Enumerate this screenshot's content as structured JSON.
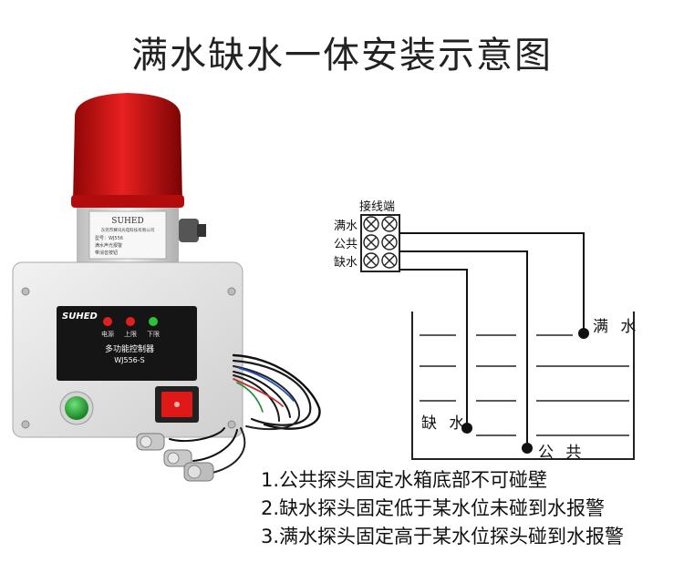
{
  "title": "满水缺水一体安装示意图",
  "device": {
    "beacon_brand": "SUHED",
    "beacon_company": "东莞市赛讯光电科技有限公司",
    "beacon_model": "型号：WJ556",
    "beacon_desc": "满水声光报警",
    "beacon_note": "带消音按钮",
    "panel_brand": "SUHED",
    "indicator_labels": [
      "电源",
      "上限",
      "下限"
    ],
    "controller_name": "多功能控制器",
    "controller_model": "WJ556-S",
    "colors": {
      "beacon_red": "#d41414",
      "box_gray": "#e6e6e6",
      "panel_black": "#151515",
      "button_green": "#1fa02c",
      "switch_red": "#e01818"
    }
  },
  "diagram": {
    "terminal_label": "接线端",
    "wire_labels": [
      "满水",
      "公共",
      "缺水"
    ],
    "probe_full": "满 水",
    "probe_low": "缺 水",
    "probe_common": "公 共"
  },
  "notes": [
    "1.公共探头固定水箱底部不可碰壁",
    "2.缺水探头固定低于某水位未碰到水报警",
    "3.满水探头固定高于某水位探头碰到水报警"
  ]
}
